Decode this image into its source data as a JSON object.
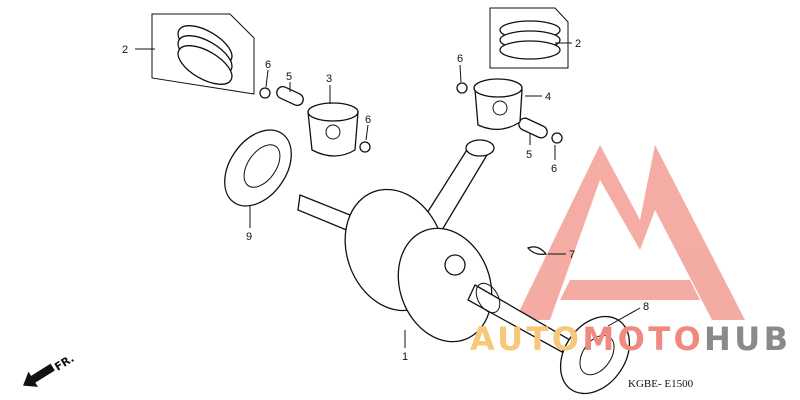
{
  "diagram": {
    "callouts": [
      {
        "id": "1",
        "label": "1"
      },
      {
        "id": "2a",
        "label": "2"
      },
      {
        "id": "2b",
        "label": "2"
      },
      {
        "id": "3",
        "label": "3"
      },
      {
        "id": "4",
        "label": "4"
      },
      {
        "id": "5a",
        "label": "5"
      },
      {
        "id": "5b",
        "label": "5"
      },
      {
        "id": "6a",
        "label": "6"
      },
      {
        "id": "6b",
        "label": "6"
      },
      {
        "id": "6c",
        "label": "6"
      },
      {
        "id": "6d",
        "label": "6"
      },
      {
        "id": "7",
        "label": "7"
      },
      {
        "id": "8",
        "label": "8"
      },
      {
        "id": "9",
        "label": "9"
      }
    ],
    "direction_marker": "FR.",
    "diagram_code": "KGBE- E1500"
  },
  "watermark": {
    "part1": "AUTO",
    "part2": "MOTO",
    "part3": "HUB",
    "colors": {
      "auto": "#f7c77a",
      "moto": "#f08a80",
      "hub": "#8a8a8a",
      "logo": "#f3a39a"
    }
  }
}
